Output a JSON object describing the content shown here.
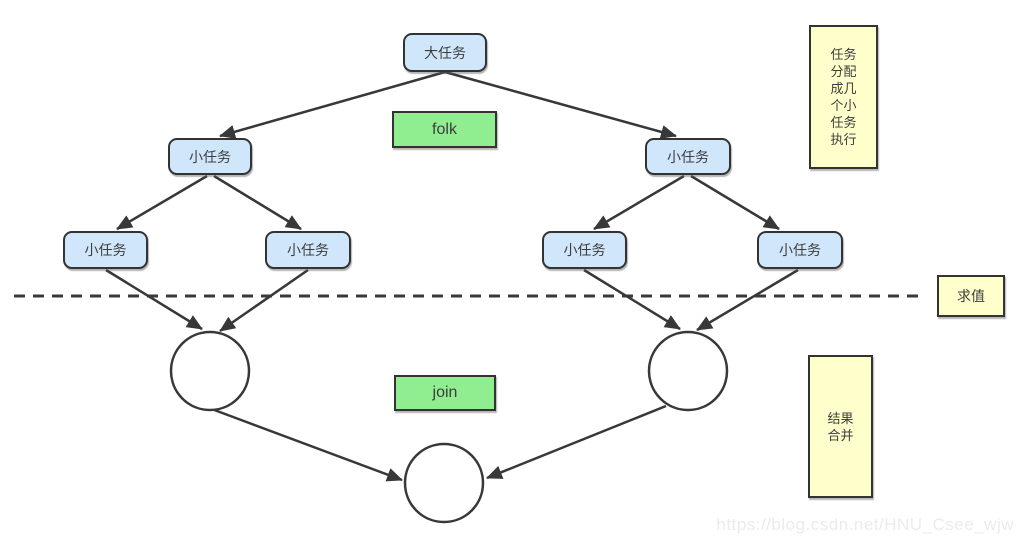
{
  "diagram": {
    "nodes": {
      "big_task": "大任务",
      "small_task": "小任务",
      "fork_label": "folk",
      "join_label": "join"
    },
    "notes": {
      "split_note": "任务\n分配\n成几\n个小\n任务\n执行",
      "evaluate_note": "求值",
      "merge_note": "结果\n合并"
    },
    "watermark": "https://blog.csdn.net/HNU_Csee_wjw",
    "colors": {
      "task_fill": "#cfe6fb",
      "action_fill": "#90ee90",
      "note_fill": "#ffffcc",
      "stroke": "#383838",
      "watermark_color": "#ebebeb"
    }
  }
}
